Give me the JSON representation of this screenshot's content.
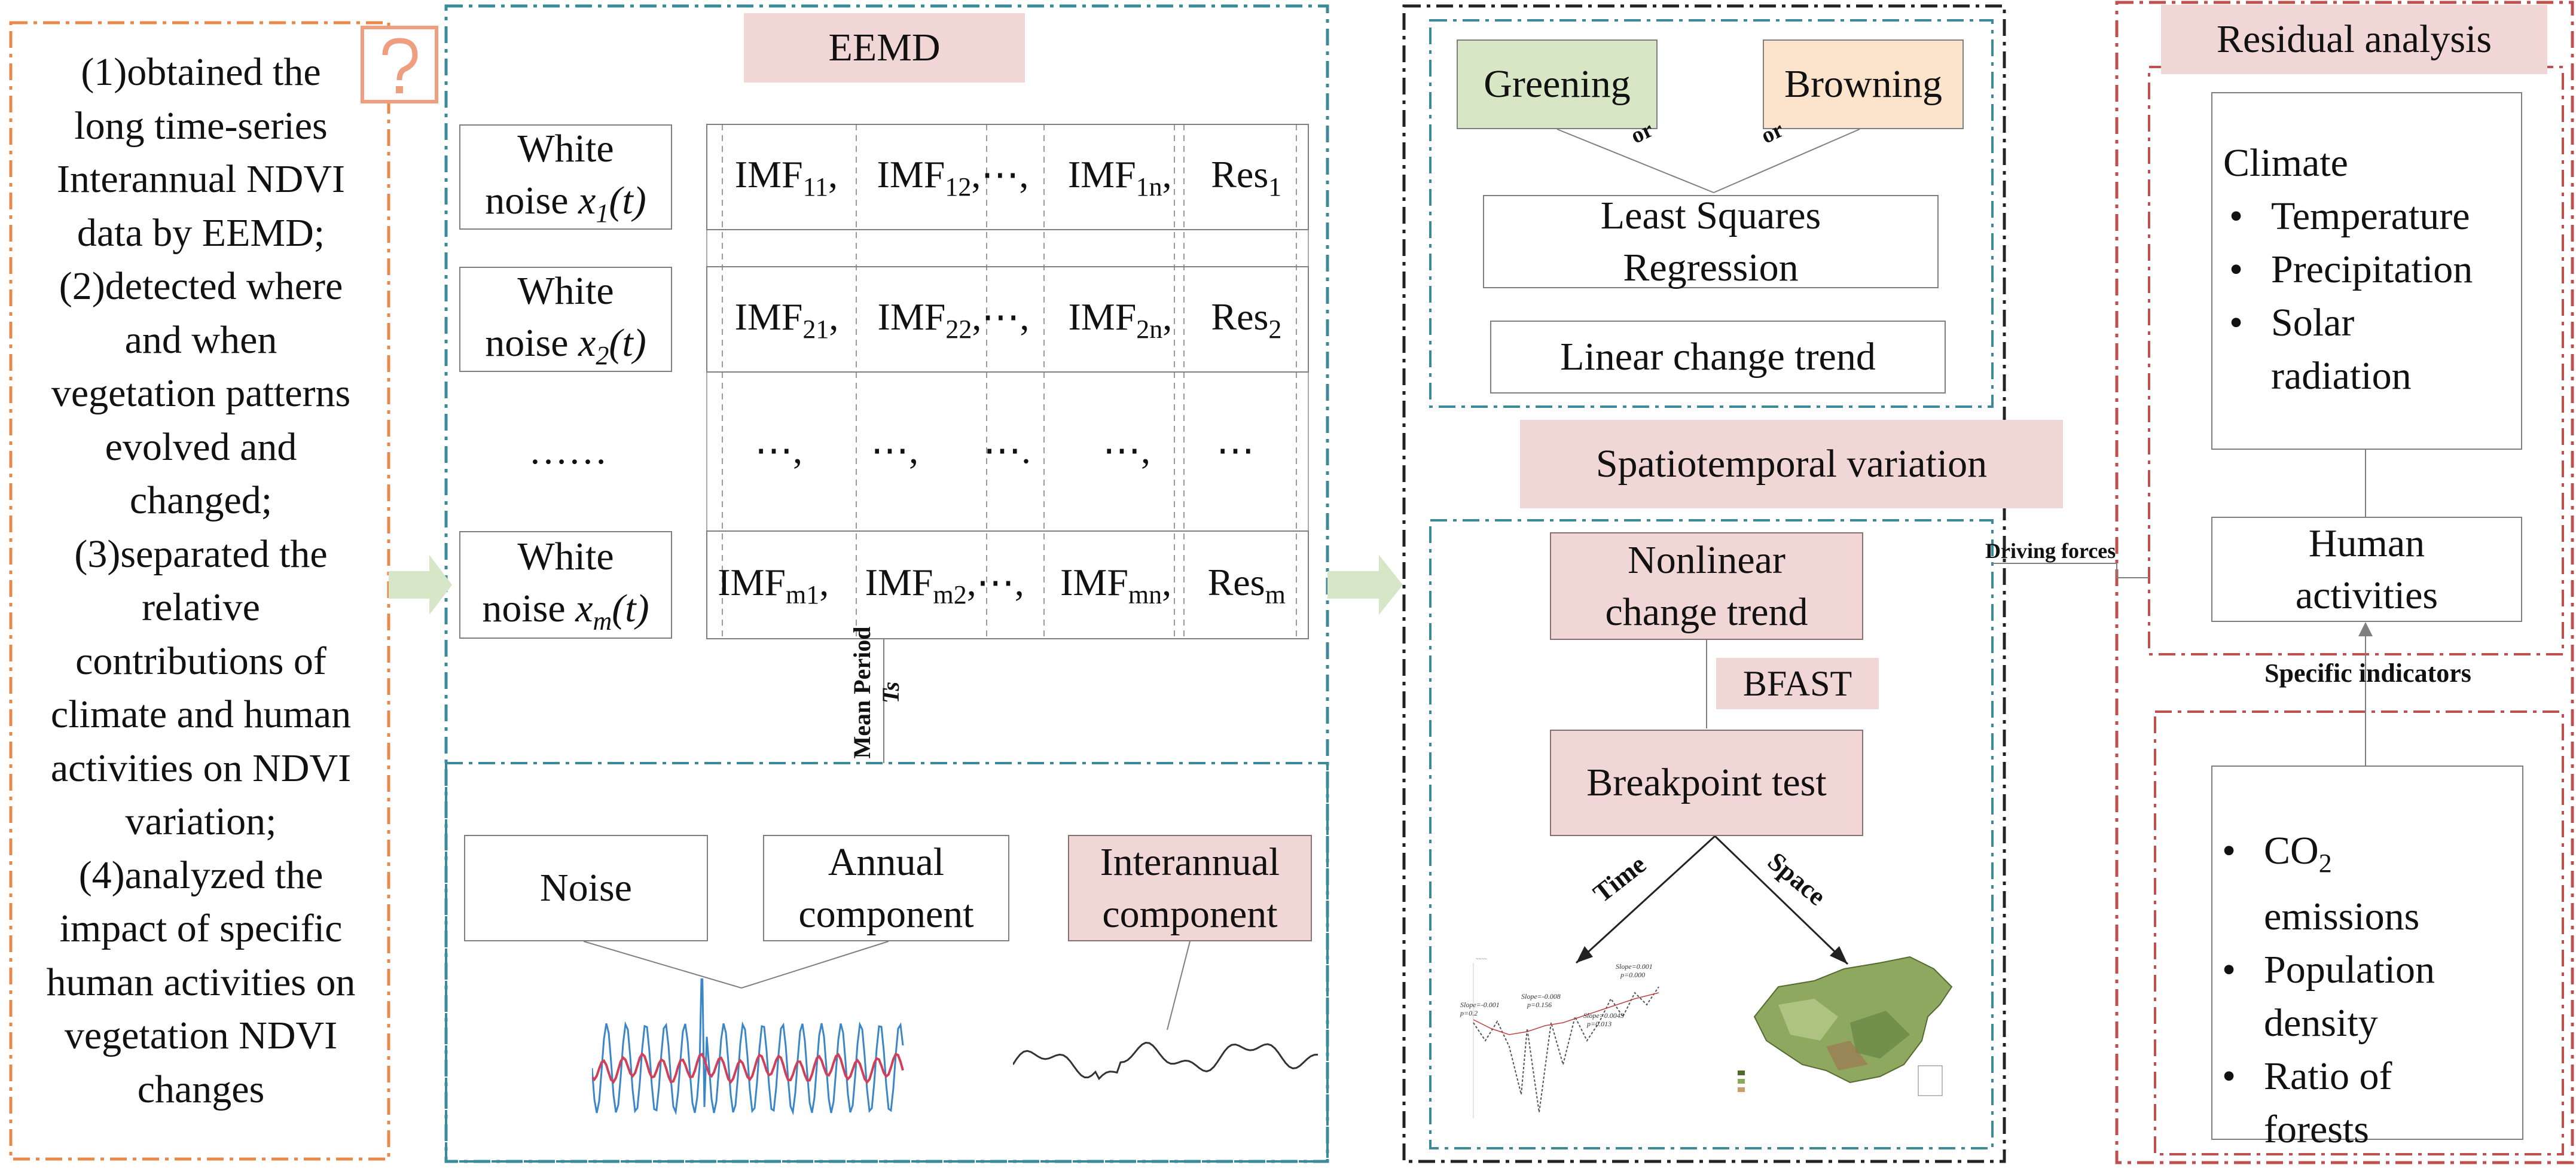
{
  "left_panel": {
    "lines": [
      "(1)obtained the",
      "long time-series",
      "Interannual NDVI",
      "data by EEMD;",
      "(2)detected where",
      "and when",
      "vegetation patterns",
      "evolved and",
      "changed;",
      "(3)separated the",
      "relative",
      "contributions of",
      "climate and human",
      "activities on NDVI",
      "variation;",
      "(4)analyzed the",
      "impact of specific",
      "human activities on",
      "vegetation NDVI",
      "changes"
    ],
    "icon": "question-mark-icon"
  },
  "eemd": {
    "title": "EEMD",
    "rows": [
      {
        "noise_a": "White",
        "noise_b": "noise ",
        "noise_var": "x",
        "noise_sub": "1",
        "noise_tail": "(t)",
        "imf": [
          {
            "t": "IMF",
            "s": "11",
            "sep": ", "
          },
          {
            "t": "IMF",
            "s": "12",
            "sep": ",⋯,"
          },
          {
            "t": "IMF",
            "s": "1n",
            "sep": ", "
          },
          {
            "t": "Res",
            "s": "1",
            "sep": ""
          }
        ]
      },
      {
        "noise_a": "White",
        "noise_b": "noise ",
        "noise_var": "x",
        "noise_sub": "2",
        "noise_tail": "(t)",
        "imf": [
          {
            "t": "IMF",
            "s": "21",
            "sep": ", "
          },
          {
            "t": "IMF",
            "s": "22",
            "sep": ",⋯,"
          },
          {
            "t": "IMF",
            "s": "2n",
            "sep": ", "
          },
          {
            "t": "Res",
            "s": "2",
            "sep": ""
          }
        ]
      },
      {
        "noise_a": "White",
        "noise_b": "noise ",
        "noise_var": "x",
        "noise_sub": "m",
        "noise_tail": "(t)",
        "imf": [
          {
            "t": "IMF",
            "s": "m1",
            "sep": ", "
          },
          {
            "t": "IMF",
            "s": "m2",
            "sep": ",⋯,"
          },
          {
            "t": "IMF",
            "s": "mn",
            "sep": ", "
          },
          {
            "t": "Res",
            "s": "m",
            "sep": ""
          }
        ]
      }
    ],
    "dots_left": "……",
    "dots_cells": [
      "⋯,",
      "⋯,",
      "⋯.",
      "⋯,",
      "⋯"
    ],
    "mean_period": "Mean Period",
    "ts": "Ts",
    "noise": "Noise",
    "annual_component": "Annual component",
    "interannual_component": "Interannual component"
  },
  "trend": {
    "greening": "Greening",
    "browning": "Browning",
    "or": "or",
    "lsr": "Least Squares Regression",
    "linear": "Linear change trend",
    "spatiotemporal": "Spatiotemporal variation",
    "nonlinear": "Nonlinear change trend",
    "bfast": "BFAST",
    "breakpoint": "Breakpoint test",
    "time": "Time",
    "space": "Space",
    "plot_annotations": [
      "Slope=0.001",
      "p=0.000",
      "Slope=-0.001",
      "p=0.2",
      "Slope=-0.008",
      "p=0.156",
      "Slope=0.0043",
      "p=0.013"
    ]
  },
  "driving_forces": "Driving forces",
  "residual": {
    "title": "Residual analysis",
    "climate": "Climate",
    "climate_items": [
      "Temperature",
      "Precipitation",
      "Solar radiation"
    ],
    "human": "Human activities",
    "specific": "Specific indicators",
    "indicators": [
      {
        "t": "CO",
        "s": "2",
        "rest": " emissions"
      },
      {
        "t": "Population density",
        "s": "",
        "rest": ""
      },
      {
        "t": "Ratio of forests",
        "s": "",
        "rest": ""
      }
    ]
  },
  "colors": {
    "orange": "#e8894a",
    "teal": "#3a8a9a",
    "red": "#c0504d",
    "black": "#222222",
    "pink": "#f1d6d6",
    "green": "#d7e6c4",
    "peach": "#fbe3cc",
    "arrow": "#d6e6c7",
    "signal_blue": "#3a86c8",
    "signal_red": "#d0405a"
  }
}
